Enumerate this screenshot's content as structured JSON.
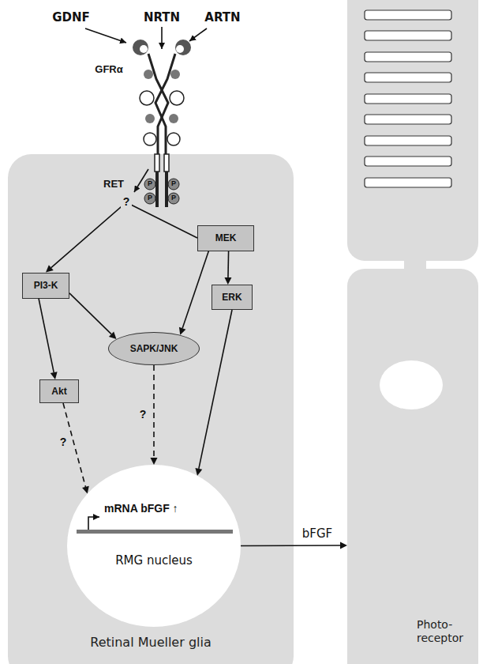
{
  "diagram": {
    "nodes": [
      {
        "text": [
          "Retinal Mueller glia"
        ]
      },
      {
        "text": [
          "MEK"
        ],
        "in": 0
      },
      {
        "text": [
          "PI3-K"
        ],
        "in": 0
      },
      {
        "text": [
          "ERK"
        ],
        "in": 0
      },
      {
        "text": [
          "SAPK/JNK"
        ],
        "in": 0
      },
      {
        "text": [
          "Akt"
        ],
        "in": 0
      },
      {
        "text": [
          "mRNA bFGF ↑",
          "RMG nucleus"
        ],
        "in": 0
      },
      {
        "text": [
          "Photo- receptor"
        ]
      }
    ],
    "edges": [
      {
        "from": 1,
        "to": 2,
        "label": "?",
        "arrow": "to"
      },
      {
        "from": 2,
        "to": 5,
        "arrow": "to"
      },
      {
        "from": 2,
        "to": 4,
        "arrow": "to"
      },
      {
        "from": 1,
        "to": 4,
        "arrow": "to"
      },
      {
        "from": 1,
        "to": 3,
        "arrow": "to"
      },
      {
        "from": 5,
        "to": 6,
        "label": "?",
        "arrow": "to"
      },
      {
        "from": 4,
        "to": 6,
        "label": "?",
        "arrow": "to"
      },
      {
        "from": 3,
        "to": 6,
        "arrow": "to"
      },
      {
        "from": 6,
        "to": 7,
        "label": "bFGF",
        "arrow": "to"
      }
    ],
    "labels": [
      "GDNF",
      "NRTN",
      "ARTN",
      "GFRα",
      "RET",
      "P",
      "P",
      "P",
      "P"
    ]
  }
}
